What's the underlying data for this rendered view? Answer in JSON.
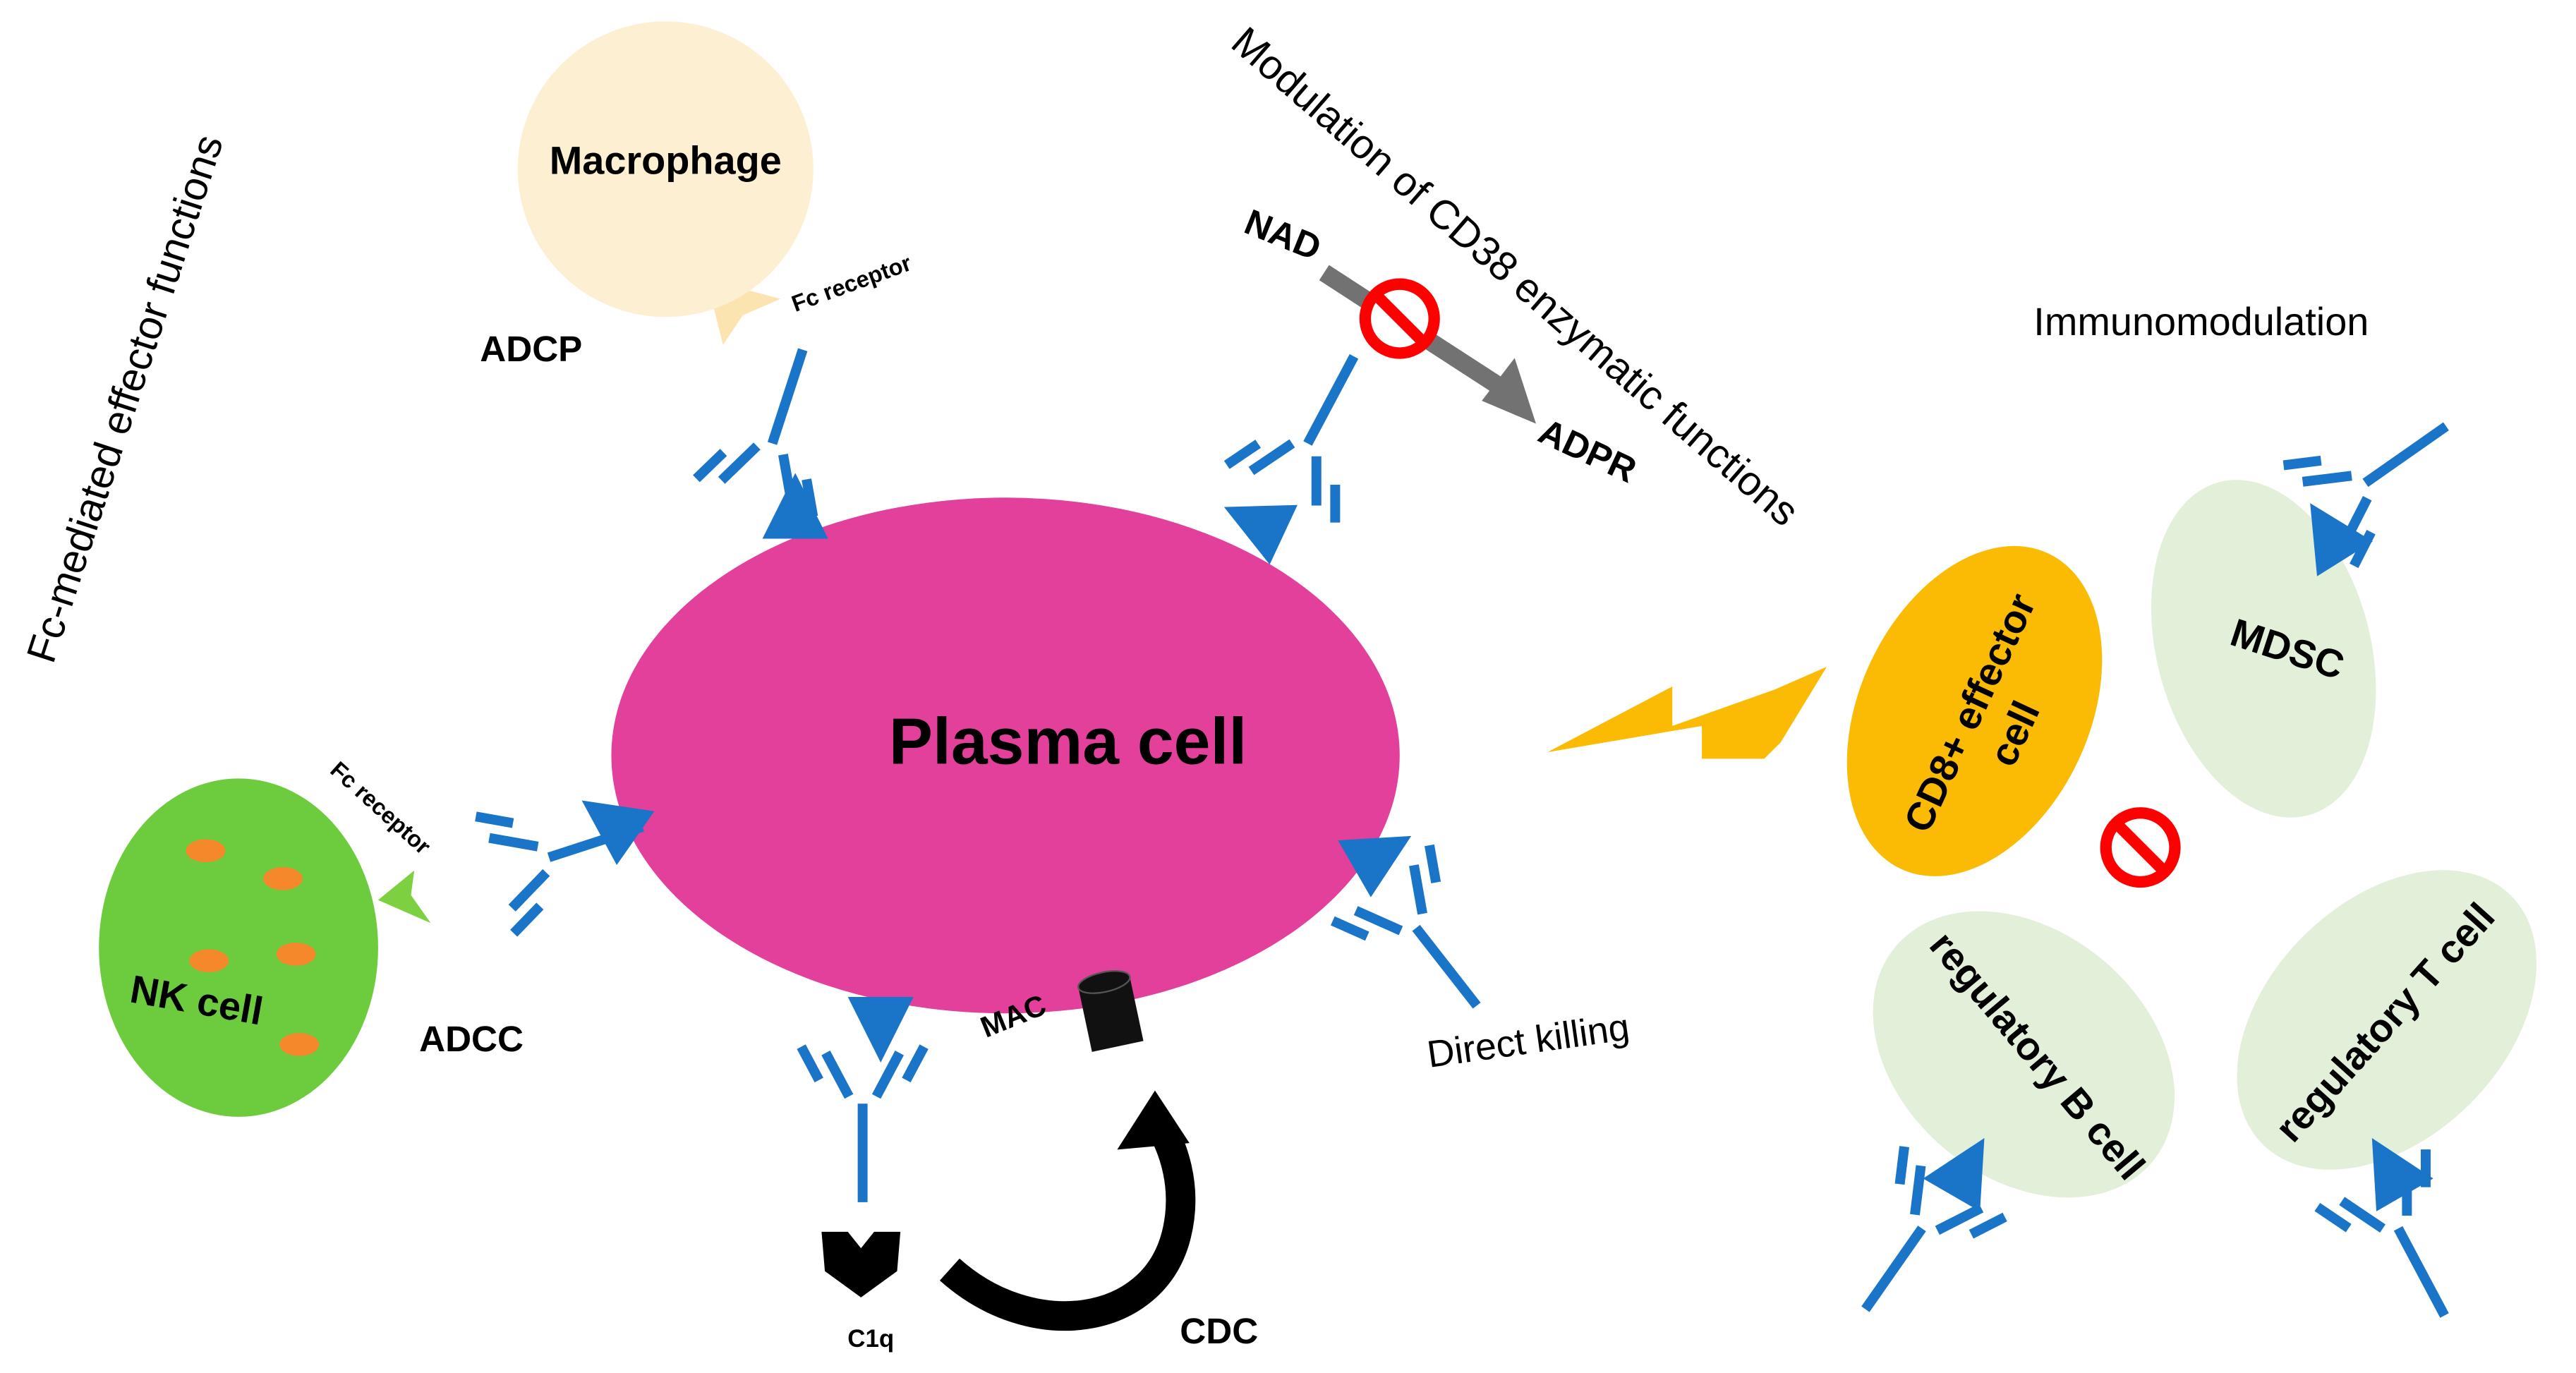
{
  "labels": {
    "macrophage": "Macrophage",
    "plasma_cell": "Plasma cell",
    "nk_cell": "NK cell",
    "cd8_line1": "CD8+ effector",
    "cd8_line2": "cell",
    "mdsc": "MDSC",
    "reg_b_cell": "regulatory B cell",
    "reg_t_cell": "regulatory T cell",
    "fc_receptor_top": "Fc receptor",
    "fc_receptor_left": "Fc receptor",
    "adcp": "ADCP",
    "adcc": "ADCC",
    "cdc": "CDC",
    "mac": "MAC",
    "c1q": "C1q",
    "nad": "NAD",
    "adpr": "ADPR",
    "direct_killing": "Direct killing",
    "immunomodulation": "Immunomodulation",
    "fc_effector_functions": "Fc-mediated effector functions",
    "cd38_enzymatic": "Modulation of CD38 enzymatic functions"
  },
  "colors": {
    "plasma_cell": "#e2409b",
    "macrophage": "#fdf0d2",
    "fc_receptor_macrophage": "#fce4b0",
    "nk_cell": "#6dcc3e",
    "fc_receptor_nk": "#7dd040",
    "nk_granules": "#f4882a",
    "cd8_cell": "#fbbb04",
    "lightning": "#fbbb04",
    "suppressor_cells": "#e2f0d9",
    "antibody": "#1a74c8",
    "cd38_antigen": "#1a74c8",
    "inhibit_sign": "#ff0000",
    "enzymatic_arrow": "#727272",
    "cdc_arrow": "#000000",
    "mac_pore": "#111111",
    "c1q": "#000000",
    "text": "#000000"
  },
  "icons": {
    "antibody": "y-shaped-antibody-icon",
    "cd38": "triangle-cd38-icon",
    "inhibit": "no-entry-icon",
    "lightning": "lightning-bolt-icon",
    "mac": "membrane-attack-complex-icon",
    "c1q": "c1q-complement-icon"
  }
}
